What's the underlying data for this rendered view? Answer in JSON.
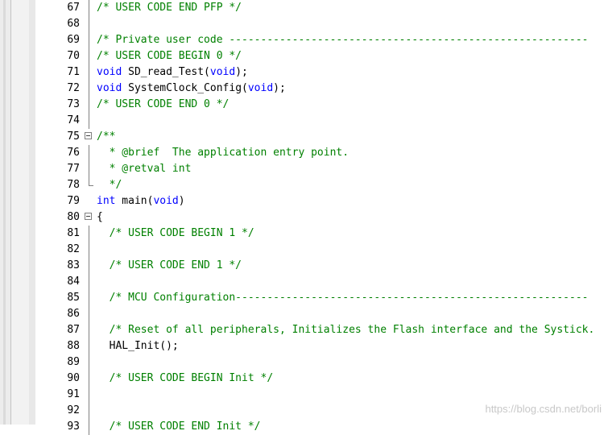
{
  "lines": [
    {
      "n": "67",
      "fold": "line",
      "parts": [
        {
          "t": "/* USER CODE END PFP */",
          "c": "c"
        }
      ]
    },
    {
      "n": "68",
      "fold": "line",
      "parts": []
    },
    {
      "n": "69",
      "fold": "line",
      "parts": [
        {
          "t": "/* Private user code ---------------------------------------------------------",
          "c": "c"
        }
      ]
    },
    {
      "n": "70",
      "fold": "line",
      "parts": [
        {
          "t": "/* USER CODE BEGIN 0 */",
          "c": "c"
        }
      ]
    },
    {
      "n": "71",
      "fold": "line",
      "parts": [
        {
          "t": "void",
          "c": "k"
        },
        {
          "t": " SD_read_Test(",
          "c": ""
        },
        {
          "t": "void",
          "c": "k"
        },
        {
          "t": ");",
          "c": ""
        }
      ]
    },
    {
      "n": "72",
      "fold": "line",
      "parts": [
        {
          "t": "void",
          "c": "k"
        },
        {
          "t": " SystemClock_Config(",
          "c": ""
        },
        {
          "t": "void",
          "c": "k"
        },
        {
          "t": ");",
          "c": ""
        }
      ]
    },
    {
      "n": "73",
      "fold": "line",
      "parts": [
        {
          "t": "/* USER CODE END 0 */",
          "c": "c"
        }
      ]
    },
    {
      "n": "74",
      "fold": "line",
      "parts": []
    },
    {
      "n": "75",
      "fold": "open",
      "parts": [
        {
          "t": "/**",
          "c": "c"
        }
      ]
    },
    {
      "n": "76",
      "fold": "line",
      "parts": [
        {
          "t": "  * @brief  The application entry point.",
          "c": "c"
        }
      ]
    },
    {
      "n": "77",
      "fold": "line",
      "parts": [
        {
          "t": "  * @retval int",
          "c": "c"
        }
      ]
    },
    {
      "n": "78",
      "fold": "end",
      "parts": [
        {
          "t": "  */",
          "c": "c"
        }
      ]
    },
    {
      "n": "79",
      "fold": "none",
      "parts": [
        {
          "t": "int",
          "c": "k"
        },
        {
          "t": " main(",
          "c": ""
        },
        {
          "t": "void",
          "c": "k"
        },
        {
          "t": ")",
          "c": ""
        }
      ]
    },
    {
      "n": "80",
      "fold": "open",
      "parts": [
        {
          "t": "{",
          "c": ""
        }
      ]
    },
    {
      "n": "81",
      "fold": "line",
      "parts": [
        {
          "t": "  /* USER CODE BEGIN 1 */",
          "c": "c"
        }
      ]
    },
    {
      "n": "82",
      "fold": "line",
      "parts": []
    },
    {
      "n": "83",
      "fold": "line",
      "parts": [
        {
          "t": "  /* USER CODE END 1 */",
          "c": "c"
        }
      ]
    },
    {
      "n": "84",
      "fold": "line",
      "parts": []
    },
    {
      "n": "85",
      "fold": "line",
      "parts": [
        {
          "t": "  /* MCU Configuration--------------------------------------------------------",
          "c": "c"
        }
      ]
    },
    {
      "n": "86",
      "fold": "line",
      "parts": []
    },
    {
      "n": "87",
      "fold": "line",
      "parts": [
        {
          "t": "  /* Reset of all peripherals, Initializes the Flash interface and the Systick.",
          "c": "c"
        }
      ]
    },
    {
      "n": "88",
      "fold": "line",
      "parts": [
        {
          "t": "  HAL_Init();",
          "c": ""
        }
      ]
    },
    {
      "n": "89",
      "fold": "line",
      "parts": []
    },
    {
      "n": "90",
      "fold": "line",
      "parts": [
        {
          "t": "  /* USER CODE BEGIN Init */",
          "c": "c"
        }
      ]
    },
    {
      "n": "91",
      "fold": "line",
      "parts": []
    },
    {
      "n": "92",
      "fold": "line",
      "parts": []
    },
    {
      "n": "93",
      "fold": "line",
      "parts": [
        {
          "t": "  /* USER CODE END Init */",
          "c": "c"
        }
      ]
    }
  ],
  "watermark": "https://blog.csdn.net/borli",
  "colors": {
    "comment": "#008000",
    "keyword": "#0000ff",
    "text": "#000000"
  }
}
